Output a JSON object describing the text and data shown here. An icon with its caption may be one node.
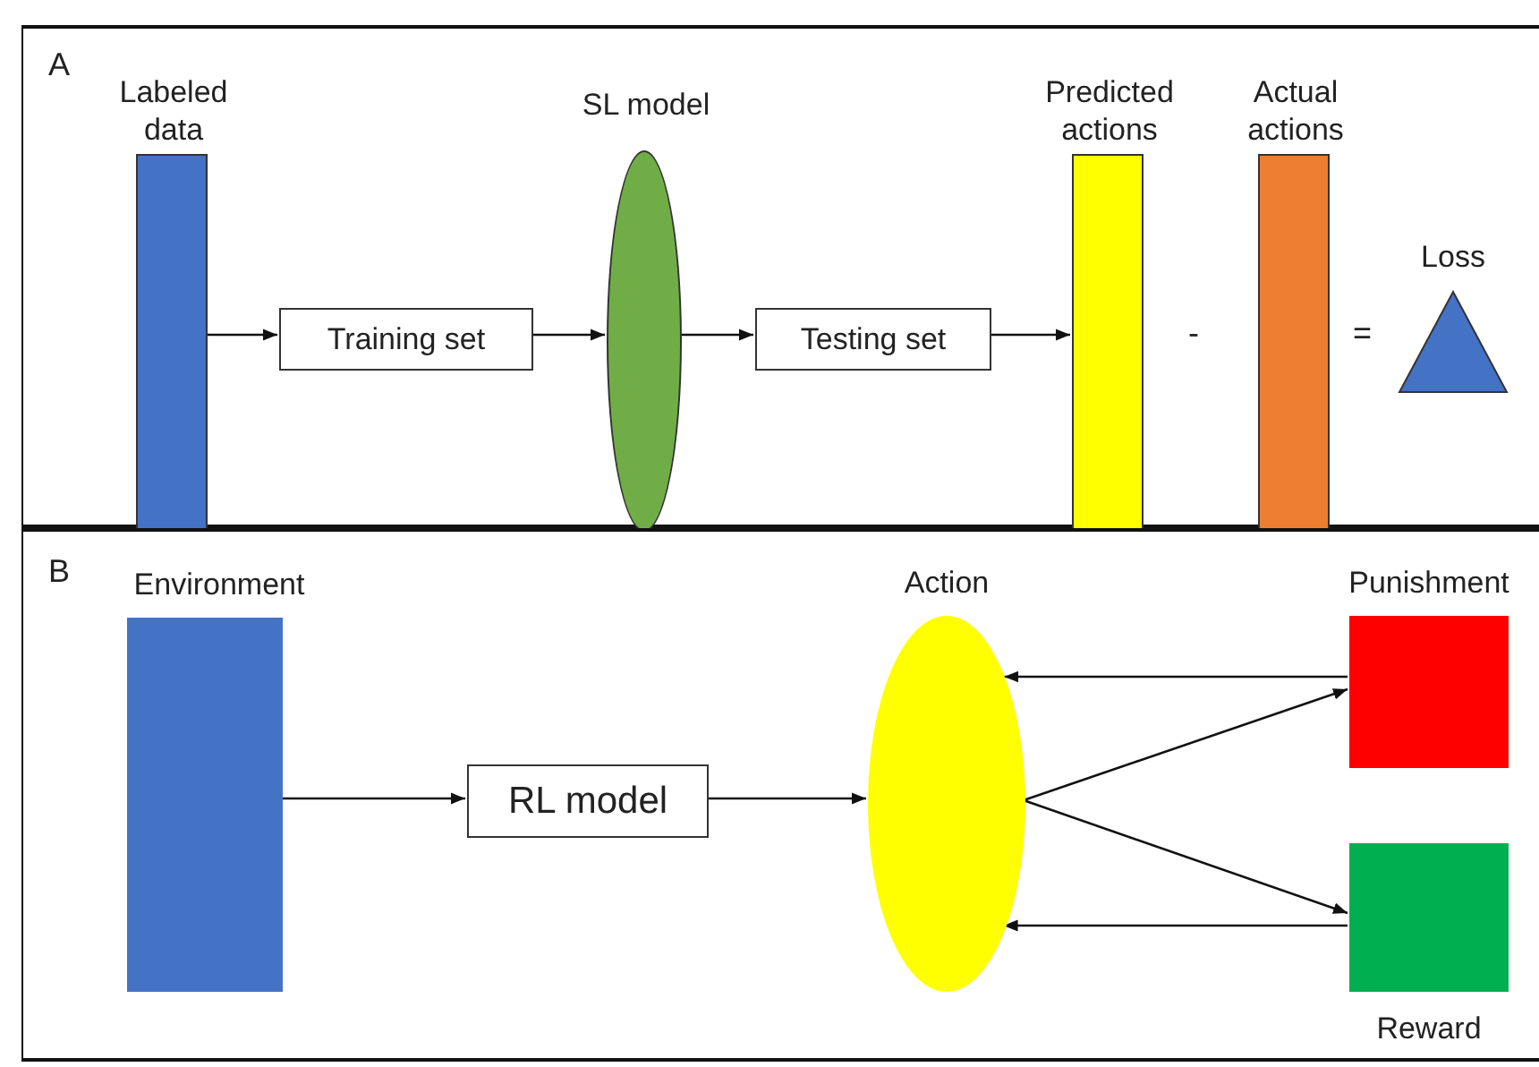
{
  "diagram": {
    "nodes": [
      {
        "text": [
          "A"
        ]
      },
      {
        "text": [
          "Labeled data"
        ],
        "in": 0
      },
      {
        "text": [
          "Training set"
        ],
        "in": 0
      },
      {
        "text": [
          "SL model"
        ],
        "in": 0
      },
      {
        "text": [
          "Testing set"
        ],
        "in": 0
      },
      {
        "text": [
          "Predicted actions"
        ],
        "in": 0
      },
      {
        "text": [
          "Actual actions"
        ],
        "in": 0
      },
      {
        "text": [
          "Loss"
        ],
        "in": 0
      },
      {
        "text": [
          "B"
        ]
      },
      {
        "text": [
          "Environment"
        ],
        "in": 8
      },
      {
        "text": [
          "RL model"
        ],
        "in": 8
      },
      {
        "text": [
          "Action"
        ],
        "in": 8
      },
      {
        "text": [
          "Punishment"
        ],
        "in": 8
      },
      {
        "text": [
          "Reward"
        ],
        "in": 8
      }
    ],
    "edges": [
      {
        "from": 1,
        "to": 2,
        "arrow": "to"
      },
      {
        "from": 2,
        "to": 3,
        "arrow": "to"
      },
      {
        "from": 3,
        "to": 4,
        "arrow": "to"
      },
      {
        "from": 4,
        "to": 5,
        "arrow": "to"
      },
      {
        "from": 9,
        "to": 10,
        "arrow": "to"
      },
      {
        "from": 10,
        "to": 11,
        "arrow": "to"
      },
      {
        "from": 11,
        "to": 12,
        "arrow": "to"
      },
      {
        "from": 11,
        "to": 13,
        "arrow": "to"
      },
      {
        "from": 12,
        "to": 11,
        "arrow": "to"
      },
      {
        "from": 13,
        "to": 11,
        "arrow": "to"
      }
    ],
    "labels": [
      "-",
      "="
    ]
  }
}
